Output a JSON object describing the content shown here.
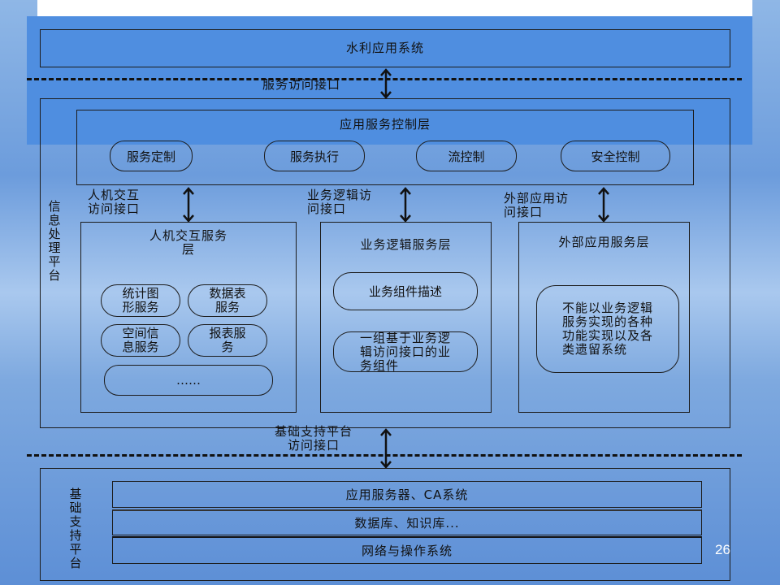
{
  "top_system": "水利应用系统",
  "service_interface": "服务访问接口",
  "info_platform_label": "信息处理平台",
  "control_layer": {
    "title": "应用服务控制层",
    "items": [
      "服务定制",
      "服务执行",
      "流控制",
      "安全控制"
    ]
  },
  "interfaces": {
    "hci": "人机交互\n访问接口",
    "biz": "业务逻辑访\n问接口",
    "ext": "外部应用访\n问接口"
  },
  "hci_layer": {
    "title": "人机交互服务\n层",
    "items": [
      "统计图\n形服务",
      "数据表\n服务",
      "空间信\n息服务",
      "报表服\n务",
      "……"
    ]
  },
  "biz_layer": {
    "title": "业务逻辑服务层",
    "item1": "业务组件描述",
    "item2": "一组基于业务逻\n辑访问接口的业\n务组件"
  },
  "ext_layer": {
    "title": "外部应用服务层",
    "item": "不能以业务逻辑\n服务实现的各种\n功能实现以及各\n类遗留系统"
  },
  "base_interface": "基础支持平台\n访问接口",
  "base_platform_label": "基础支持平台",
  "base_rows": [
    "应用服务器、CA系统",
    "数据库、知识库...",
    "网络与操作系统"
  ],
  "page_number": "26"
}
